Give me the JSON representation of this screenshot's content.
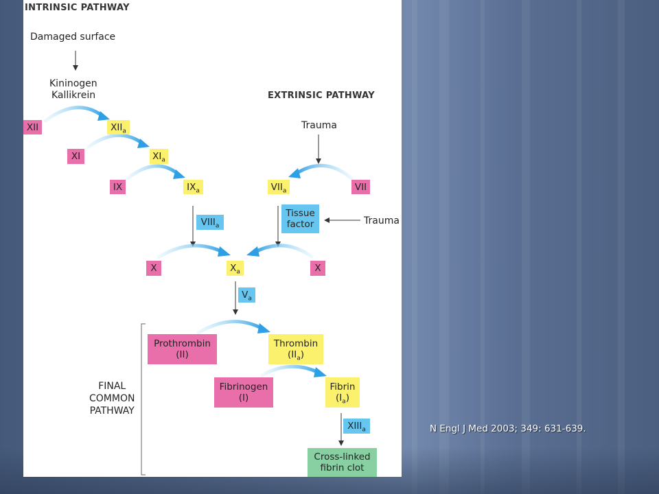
{
  "headers": {
    "intrinsic": "INTRINSIC PATHWAY",
    "extrinsic": "EXTRINSIC PATHWAY"
  },
  "labels": {
    "damaged_surface": "Damaged surface",
    "kininogen": "Kininogen",
    "kallikrein": "Kallikrein",
    "trauma_top": "Trauma",
    "trauma_side": "Trauma",
    "final_line1": "FINAL",
    "final_line2": "COMMON",
    "final_line3": "PATHWAY"
  },
  "factors": {
    "xii": "XII",
    "xiia": "XII",
    "xi": "XI",
    "xia": "XI",
    "ix": "IX",
    "ixa": "IX",
    "viia": "VII",
    "vii": "VII",
    "viiia": "VIII",
    "tissue_factor_1": "Tissue",
    "tissue_factor_2": "factor",
    "x_left": "X",
    "xa": "X",
    "x_right": "X",
    "va": "V",
    "prothrombin": "Prothrombin",
    "prothrombin_sub": "(II)",
    "thrombin": "Thrombin",
    "thrombin_sub": "(II",
    "fibrinogen": "Fibrinogen",
    "fibrinogen_sub": "(I)",
    "fibrin": "Fibrin",
    "fibrin_sub": "(I",
    "xiiia": "XIII",
    "clot_1": "Cross-linked",
    "clot_2": "fibrin clot",
    "subscript_a": "a"
  },
  "colors": {
    "inactive_factor": "#e96fab",
    "active_factor": "#fbf16d",
    "cofactor": "#66c6ef",
    "clot": "#88cfa2",
    "arrow": "#3aa7e6"
  },
  "citation": "N Engl J Med 2003; 349: 631-639."
}
